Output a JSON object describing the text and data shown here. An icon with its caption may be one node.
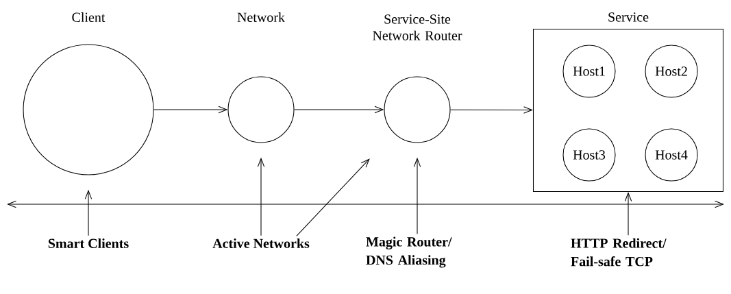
{
  "diagram": {
    "nodes": [
      {
        "text": [
          "Client"
        ]
      },
      {
        "text": [
          "Network"
        ]
      },
      {
        "text": [
          "Service-Site Network Router"
        ]
      },
      {
        "text": [
          "Service"
        ]
      },
      {
        "text": [
          "Host1"
        ],
        "in": 3
      },
      {
        "text": [
          "Host2"
        ],
        "in": 3
      },
      {
        "text": [
          "Host3"
        ],
        "in": 3
      },
      {
        "text": [
          "Host4"
        ],
        "in": 3
      },
      {
        "text": [
          "Smart Clients"
        ]
      },
      {
        "text": [
          "Active Networks"
        ]
      },
      {
        "text": [
          "Magic Router/ DNS Aliasing"
        ]
      },
      {
        "text": [
          "HTTP Redirect/ Fail-safe TCP"
        ]
      }
    ],
    "edges": [
      {
        "from": 0,
        "to": 1,
        "arrow": "to"
      },
      {
        "from": 1,
        "to": 2,
        "arrow": "to"
      },
      {
        "from": 2,
        "to": 3,
        "arrow": "to"
      },
      {
        "from": 8,
        "to": 0,
        "arrow": "to"
      },
      {
        "from": 9,
        "to": 1,
        "arrow": "to"
      },
      {
        "from": 9,
        "to": 2,
        "arrow": "to"
      },
      {
        "from": 10,
        "to": 2,
        "arrow": "to"
      },
      {
        "from": 11,
        "to": 3,
        "arrow": "to"
      }
    ]
  }
}
